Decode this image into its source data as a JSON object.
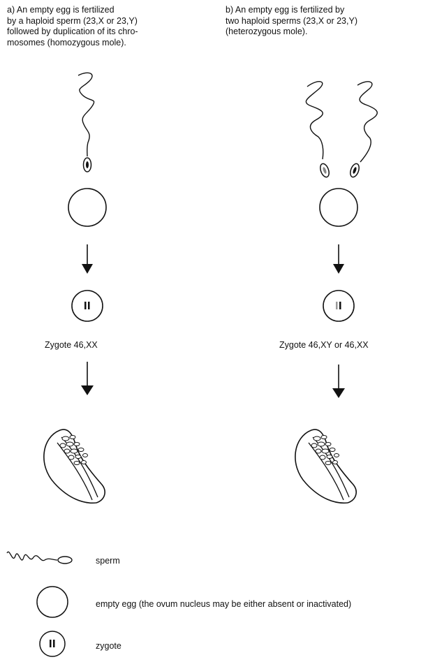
{
  "captions": {
    "a": [
      "a) An empty egg is fertilized",
      "by a haploid sperm (23,X or 23,Y)",
      "followed by duplication of its chro-",
      "mosomes (homozygous mole)."
    ],
    "b": [
      "b) An empty egg is fertilized by",
      "two haploid sperms (23,X or 23,Y)",
      "(heterozygous mole)."
    ]
  },
  "zygote_labels": {
    "a": "Zygote 46,XX",
    "b": "Zygote 46,XY or 46,XX"
  },
  "legend": {
    "sperm": "sperm",
    "egg": "empty egg (the ovum nucleus may be either absent or inactivated)",
    "zygote": "zygote"
  }
}
